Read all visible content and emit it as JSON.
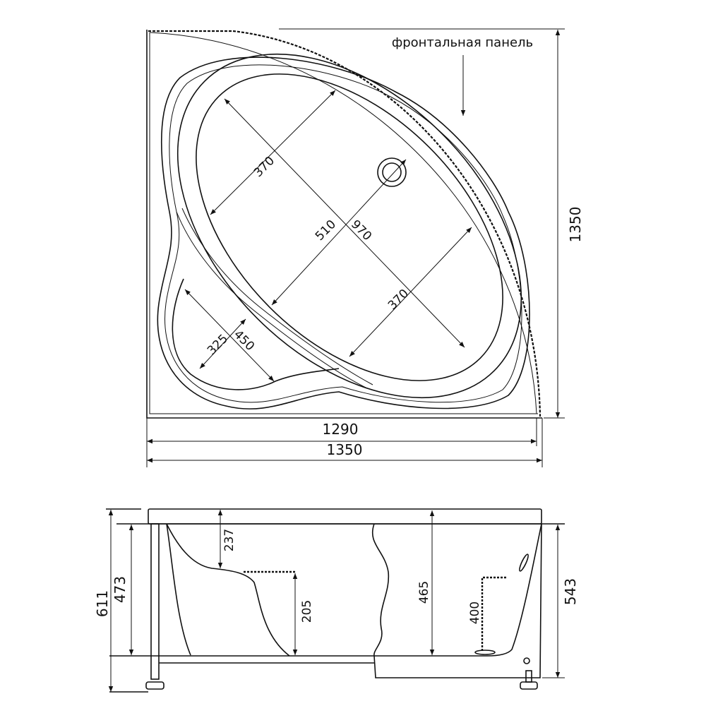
{
  "top_view": {
    "front_panel_label": "фронтальная панель",
    "dim_height": "1350",
    "dim_width_inner": "1290",
    "dim_width_outer": "1350",
    "dim_diag_long": "970",
    "dim_diag_short": "510",
    "dim_upper_left": "370",
    "dim_lower_right": "370",
    "dim_seat_width": "325",
    "dim_seat_length": "450"
  },
  "side_view": {
    "dim_total_height": "611",
    "dim_inner_height": "473",
    "dim_seat_depth": "237",
    "dim_seat_height": "205",
    "dim_depth": "465",
    "dim_overflow": "400",
    "dim_front_height": "543"
  }
}
